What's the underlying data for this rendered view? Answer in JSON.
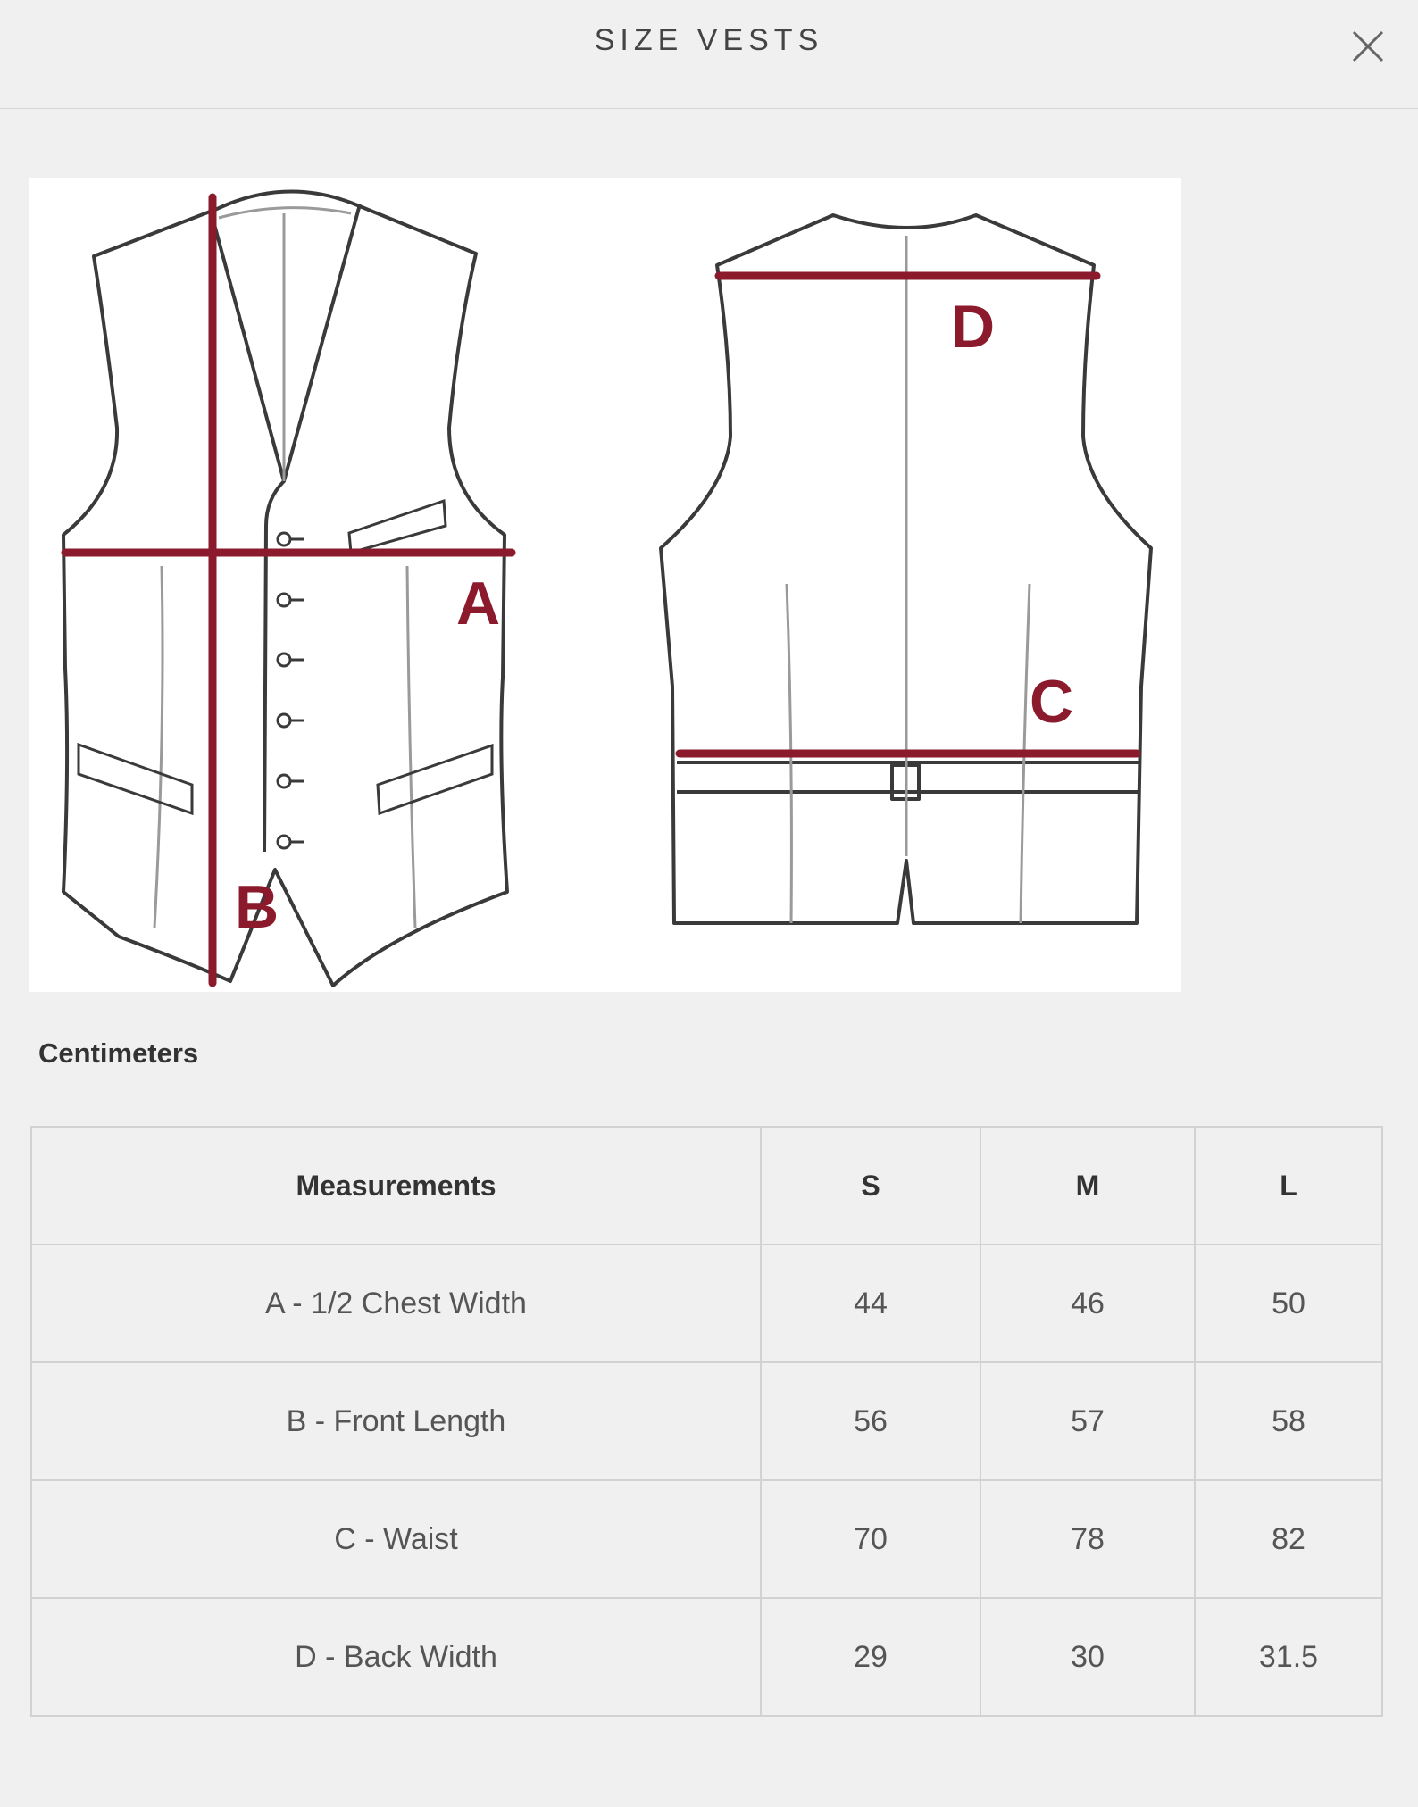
{
  "header": {
    "title": "SIZE VESTS"
  },
  "icons": {
    "close": "close-icon"
  },
  "diagram": {
    "labels": {
      "a": "A",
      "b": "B",
      "c": "C",
      "d": "D"
    },
    "colors": {
      "measure_line": "#8b1a2c",
      "outline": "#3a3a3a",
      "seam": "#9a9a9a"
    }
  },
  "unit_label": "Centimeters",
  "table": {
    "headers": [
      "Measurements",
      "S",
      "M",
      "L"
    ],
    "rows": [
      [
        "A - 1/2 Chest Width",
        "44",
        "46",
        "50"
      ],
      [
        "B - Front Length",
        "56",
        "57",
        "58"
      ],
      [
        "C - Waist",
        "70",
        "78",
        "82"
      ],
      [
        "D - Back Width",
        "29",
        "30",
        "31.5"
      ]
    ]
  }
}
